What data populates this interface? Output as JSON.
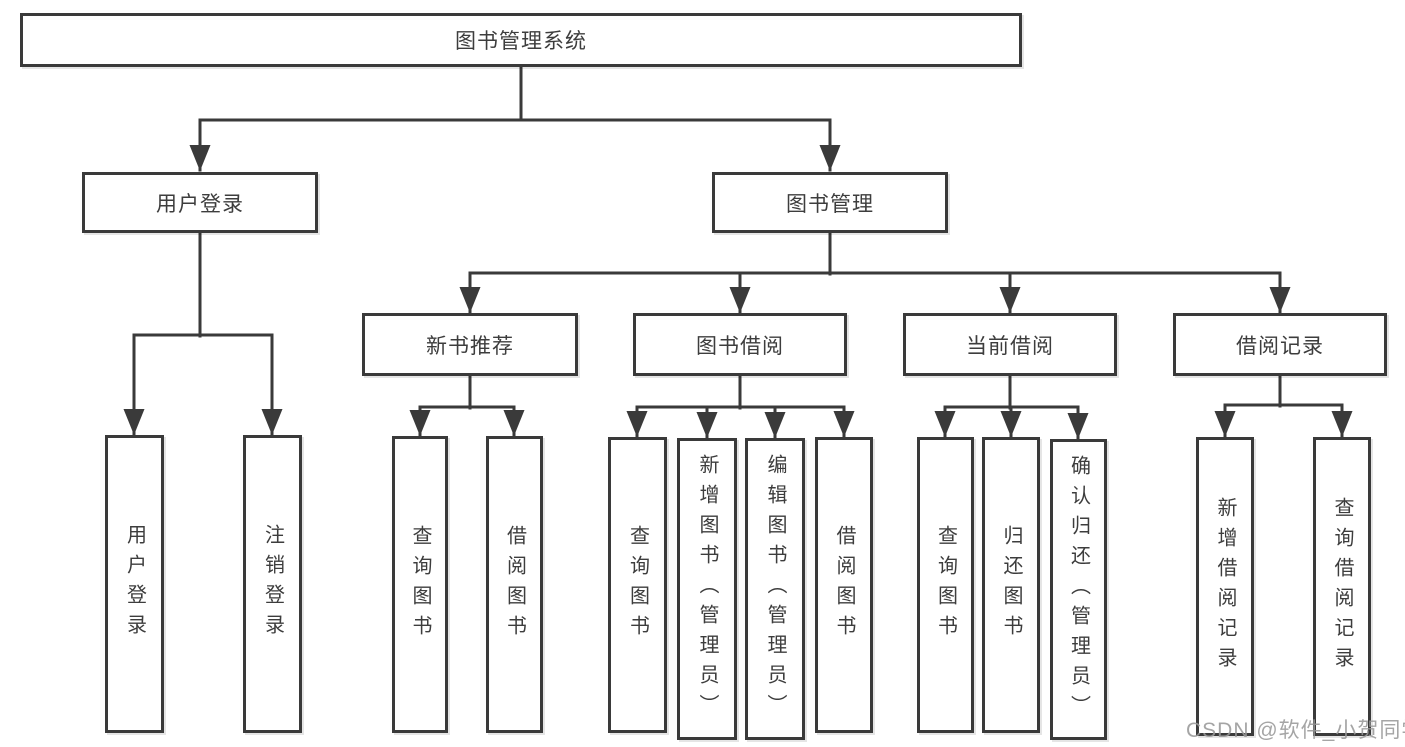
{
  "diagram": {
    "root": {
      "label": "图书管理系统"
    },
    "branches": [
      {
        "label": "用户登录",
        "children": [
          {
            "label": "用户登录"
          },
          {
            "label": "注销登录"
          }
        ]
      },
      {
        "label": "图书管理",
        "children": [
          {
            "label": "新书推荐",
            "children": [
              {
                "label": "查询图书"
              },
              {
                "label": "借阅图书"
              }
            ]
          },
          {
            "label": "图书借阅",
            "children": [
              {
                "label": "查询图书"
              },
              {
                "label": "新增图书（管理员）"
              },
              {
                "label": "编辑图书（管理员）"
              },
              {
                "label": "借阅图书"
              }
            ]
          },
          {
            "label": "当前借阅",
            "children": [
              {
                "label": "查询图书"
              },
              {
                "label": "归还图书"
              },
              {
                "label": "确认归还（管理员）"
              }
            ]
          },
          {
            "label": "借阅记录",
            "children": [
              {
                "label": "新增借阅记录"
              },
              {
                "label": "查询借阅记录"
              }
            ]
          }
        ]
      }
    ],
    "watermark": "CSDN @软件_小贺同学",
    "colors": {
      "line": "#3a3a3a",
      "text": "#3d3d3d",
      "watermark": "#989898",
      "background": "#ffffff"
    }
  }
}
